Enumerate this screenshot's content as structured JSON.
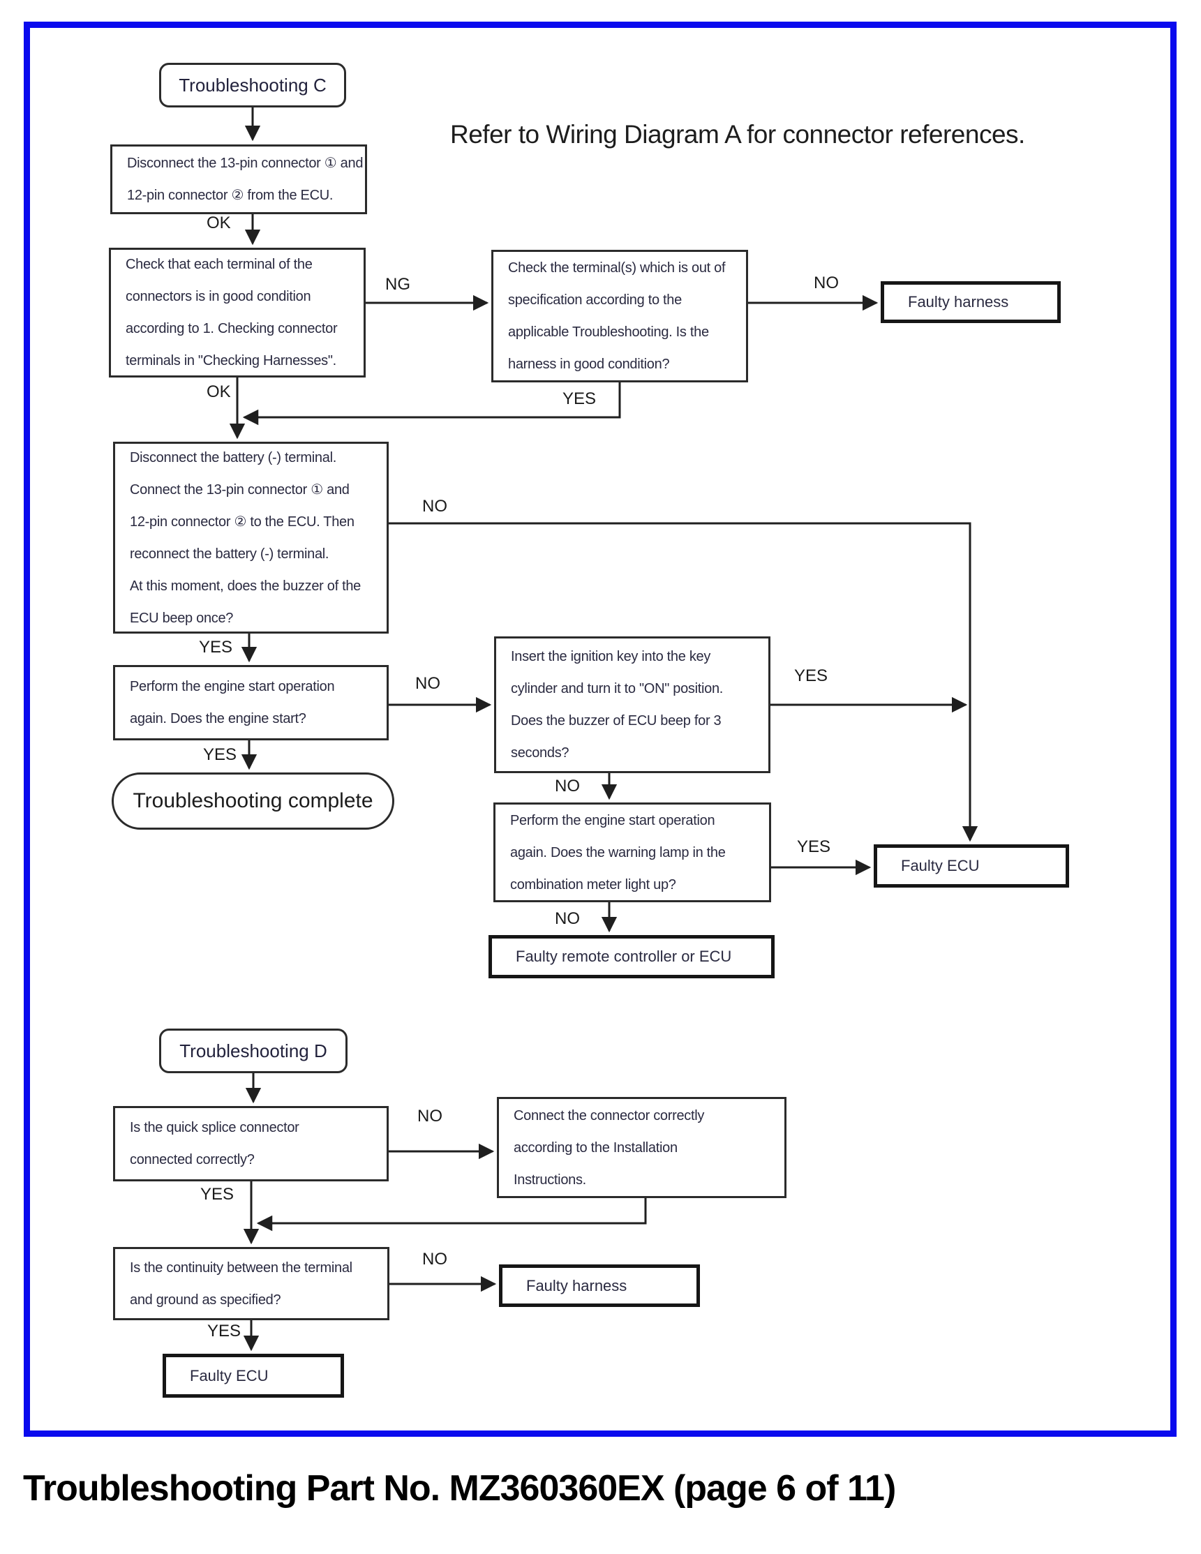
{
  "note": "Refer to Wiring Diagram A for connector references.",
  "caption": "Troubleshooting Part No. MZ360360EX (page 6 of 11)",
  "colors": {
    "frame": "#0a0aee",
    "line": "#1f1f1f",
    "text": "#2a2a40"
  },
  "troubleshooting_c": {
    "title": "Troubleshooting C",
    "steps": {
      "disconnect": {
        "lines": [
          "Disconnect the 13-pin connector ① and",
          "12-pin connector ② from the ECU."
        ]
      },
      "check_terminals": {
        "lines": [
          "Check that each terminal of the",
          "connectors is in good condition",
          "according to 1. Checking connector",
          "terminals in \"Checking Harnesses\"."
        ]
      },
      "check_out_of_spec": {
        "lines": [
          "Check the terminal(s) which is out of",
          "specification according to the",
          "applicable Troubleshooting. Is the",
          "harness in good condition?"
        ]
      },
      "faulty_harness": "Faulty harness",
      "battery": {
        "lines": [
          "Disconnect the battery (-) terminal.",
          "Connect the 13-pin connector ① and",
          "12-pin connector ② to the ECU. Then",
          "reconnect the battery (-) terminal.",
          "At this moment, does the buzzer of the",
          "ECU beep once?"
        ]
      },
      "engine_start": {
        "lines": [
          "Perform the engine start operation",
          "again. Does the engine start?"
        ]
      },
      "complete": "Troubleshooting complete",
      "ignition_key": {
        "lines": [
          "Insert the ignition key into the key",
          "cylinder and turn it to \"ON\" position.",
          "Does the buzzer of ECU beep for 3",
          "seconds?"
        ]
      },
      "warning_lamp": {
        "lines": [
          "Perform the engine start operation",
          "again. Does the warning lamp in the",
          "combination meter light up?"
        ]
      },
      "faulty_ecu": "Faulty ECU",
      "faulty_remote": "Faulty remote controller or ECU"
    },
    "labels": {
      "ok_top": "OK",
      "ng": "NG",
      "no_harness": "NO",
      "ok_mid": "OK",
      "yes_return": "YES",
      "no_battery": "NO",
      "yes_battery": "YES",
      "no_start": "NO",
      "yes_start": "YES",
      "yes_key": "YES",
      "no_key": "NO",
      "yes_lamp": "YES",
      "no_lamp": "NO"
    }
  },
  "troubleshooting_d": {
    "title": "Troubleshooting D",
    "steps": {
      "quick_splice": {
        "lines": [
          "Is the quick splice connector",
          "connected correctly?"
        ]
      },
      "connect_connector": {
        "lines": [
          "Connect the connector correctly",
          "according to the Installation",
          "Instructions."
        ]
      },
      "continuity": {
        "lines": [
          "Is the continuity between the terminal",
          "and ground as specified?"
        ]
      },
      "faulty_harness": "Faulty harness",
      "faulty_ecu": "Faulty ECU"
    },
    "labels": {
      "no_splice": "NO",
      "yes_splice": "YES",
      "no_continuity": "NO",
      "yes_continuity": "YES"
    }
  }
}
